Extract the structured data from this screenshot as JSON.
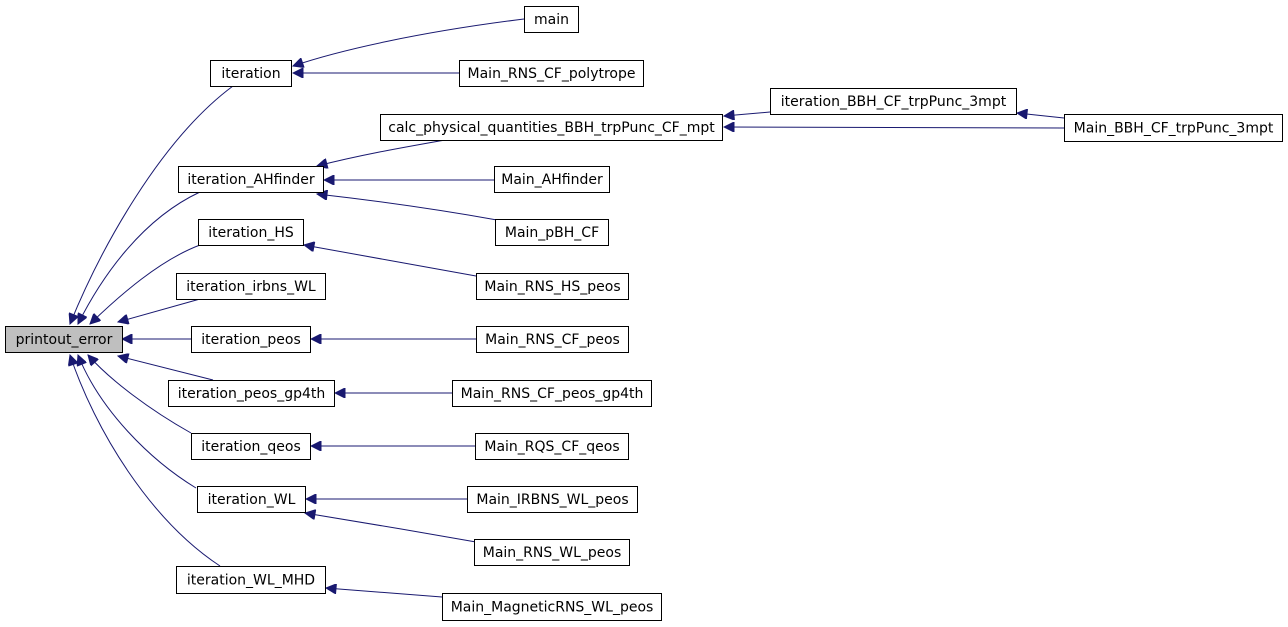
{
  "graph": {
    "colors": {
      "edge": "#191970",
      "node_fill": "#ffffff",
      "root_fill": "#bfbfbf",
      "node_border": "#000000"
    },
    "nodes": [
      {
        "id": "printout_error",
        "label": "printout_error",
        "root": true
      },
      {
        "id": "iteration",
        "label": "iteration"
      },
      {
        "id": "iteration_AHfinder",
        "label": "iteration_AHfinder"
      },
      {
        "id": "iteration_HS",
        "label": "iteration_HS"
      },
      {
        "id": "iteration_irbns_WL",
        "label": "iteration_irbns_WL"
      },
      {
        "id": "iteration_peos",
        "label": "iteration_peos"
      },
      {
        "id": "iteration_peos_gp4th",
        "label": "iteration_peos_gp4th"
      },
      {
        "id": "iteration_qeos",
        "label": "iteration_qeos"
      },
      {
        "id": "iteration_WL",
        "label": "iteration_WL"
      },
      {
        "id": "iteration_WL_MHD",
        "label": "iteration_WL_MHD"
      },
      {
        "id": "main",
        "label": "main"
      },
      {
        "id": "Main_RNS_CF_polytrope",
        "label": "Main_RNS_CF_polytrope"
      },
      {
        "id": "calc_physical_quantities_BBH_trpPunc_CF_mpt",
        "label": "calc_physical_quantities_BBH_trpPunc_CF_mpt"
      },
      {
        "id": "iteration_BBH_CF_trpPunc_3mpt",
        "label": "iteration_BBH_CF_trpPunc_3mpt"
      },
      {
        "id": "Main_BBH_CF_trpPunc_3mpt",
        "label": "Main_BBH_CF_trpPunc_3mpt"
      },
      {
        "id": "Main_AHfinder",
        "label": "Main_AHfinder"
      },
      {
        "id": "Main_pBH_CF",
        "label": "Main_pBH_CF"
      },
      {
        "id": "Main_RNS_HS_peos",
        "label": "Main_RNS_HS_peos"
      },
      {
        "id": "Main_RNS_CF_peos",
        "label": "Main_RNS_CF_peos"
      },
      {
        "id": "Main_RNS_CF_peos_gp4th",
        "label": "Main_RNS_CF_peos_gp4th"
      },
      {
        "id": "Main_RQS_CF_qeos",
        "label": "Main_RQS_CF_qeos"
      },
      {
        "id": "Main_IRBNS_WL_peos",
        "label": "Main_IRBNS_WL_peos"
      },
      {
        "id": "Main_RNS_WL_peos",
        "label": "Main_RNS_WL_peos"
      },
      {
        "id": "Main_MagneticRNS_WL_peos",
        "label": "Main_MagneticRNS_WL_peos"
      }
    ],
    "edges": [
      {
        "from": "iteration",
        "to": "printout_error"
      },
      {
        "from": "iteration_AHfinder",
        "to": "printout_error"
      },
      {
        "from": "iteration_HS",
        "to": "printout_error"
      },
      {
        "from": "iteration_irbns_WL",
        "to": "printout_error"
      },
      {
        "from": "iteration_peos",
        "to": "printout_error"
      },
      {
        "from": "iteration_peos_gp4th",
        "to": "printout_error"
      },
      {
        "from": "iteration_qeos",
        "to": "printout_error"
      },
      {
        "from": "iteration_WL",
        "to": "printout_error"
      },
      {
        "from": "iteration_WL_MHD",
        "to": "printout_error"
      },
      {
        "from": "main",
        "to": "iteration"
      },
      {
        "from": "Main_RNS_CF_polytrope",
        "to": "iteration"
      },
      {
        "from": "calc_physical_quantities_BBH_trpPunc_CF_mpt",
        "to": "iteration_AHfinder"
      },
      {
        "from": "Main_AHfinder",
        "to": "iteration_AHfinder"
      },
      {
        "from": "Main_pBH_CF",
        "to": "iteration_AHfinder"
      },
      {
        "from": "iteration_BBH_CF_trpPunc_3mpt",
        "to": "calc_physical_quantities_BBH_trpPunc_CF_mpt"
      },
      {
        "from": "Main_BBH_CF_trpPunc_3mpt",
        "to": "calc_physical_quantities_BBH_trpPunc_CF_mpt"
      },
      {
        "from": "Main_BBH_CF_trpPunc_3mpt",
        "to": "iteration_BBH_CF_trpPunc_3mpt"
      },
      {
        "from": "Main_RNS_HS_peos",
        "to": "iteration_HS"
      },
      {
        "from": "Main_RNS_CF_peos",
        "to": "iteration_peos"
      },
      {
        "from": "Main_RNS_CF_peos_gp4th",
        "to": "iteration_peos_gp4th"
      },
      {
        "from": "Main_RQS_CF_qeos",
        "to": "iteration_qeos"
      },
      {
        "from": "Main_IRBNS_WL_peos",
        "to": "iteration_WL"
      },
      {
        "from": "Main_RNS_WL_peos",
        "to": "iteration_WL"
      },
      {
        "from": "Main_MagneticRNS_WL_peos",
        "to": "iteration_WL_MHD"
      }
    ]
  }
}
